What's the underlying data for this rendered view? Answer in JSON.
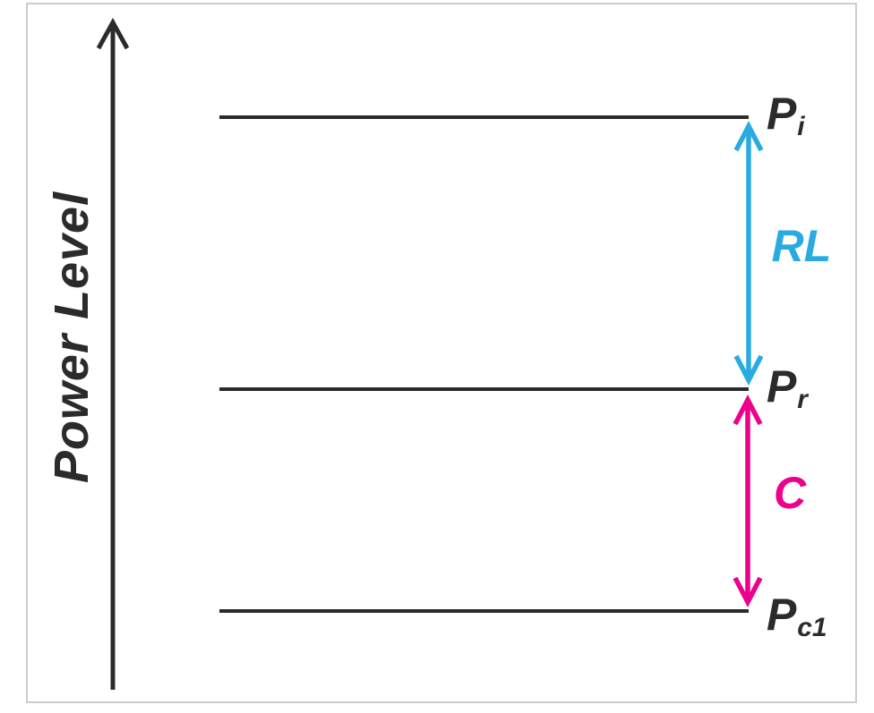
{
  "colors": {
    "ink": "#2b2b2b",
    "frame_gray": "#cdcdcd",
    "rl_cyan": "#29abe2",
    "c_magenta": "#ec008c"
  },
  "axis": {
    "label": "Power Level"
  },
  "levels": [
    {
      "main": "P",
      "sub": "i"
    },
    {
      "main": "P",
      "sub": "r"
    },
    {
      "main": "P",
      "sub": "c1"
    }
  ],
  "arrows": [
    {
      "label": "RL",
      "color": "#29abe2"
    },
    {
      "label": "C",
      "color": "#ec008c"
    }
  ]
}
